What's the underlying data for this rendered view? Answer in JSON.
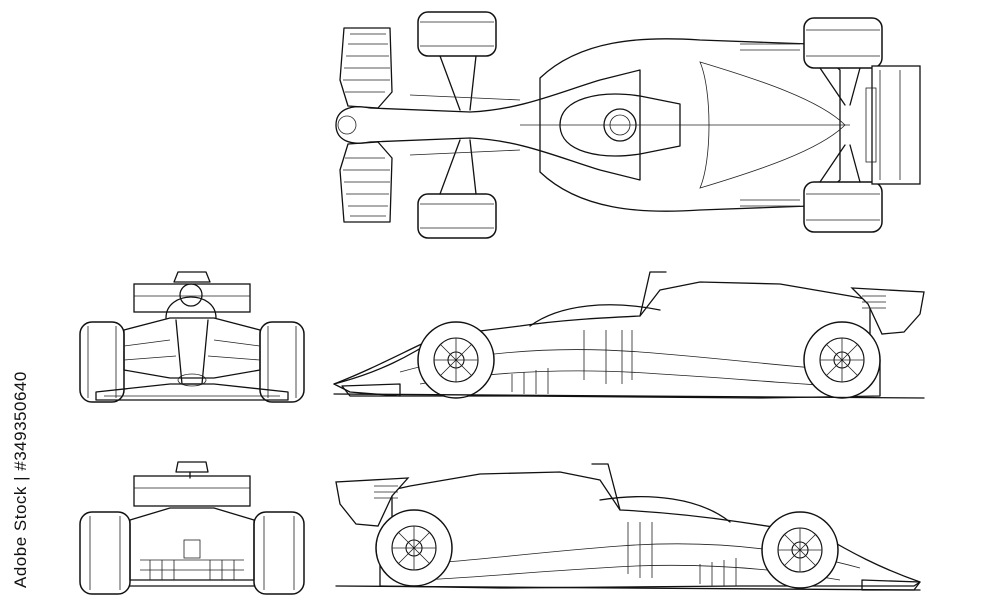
{
  "sidebar_text": {
    "stock_id": "Adobe Stock | #349350640"
  },
  "colors": {
    "line": "#111111",
    "background": "#ffffff"
  },
  "views": [
    {
      "view": "top"
    },
    {
      "view": "front"
    },
    {
      "view": "side-right"
    },
    {
      "view": "rear"
    },
    {
      "view": "side-left"
    }
  ]
}
